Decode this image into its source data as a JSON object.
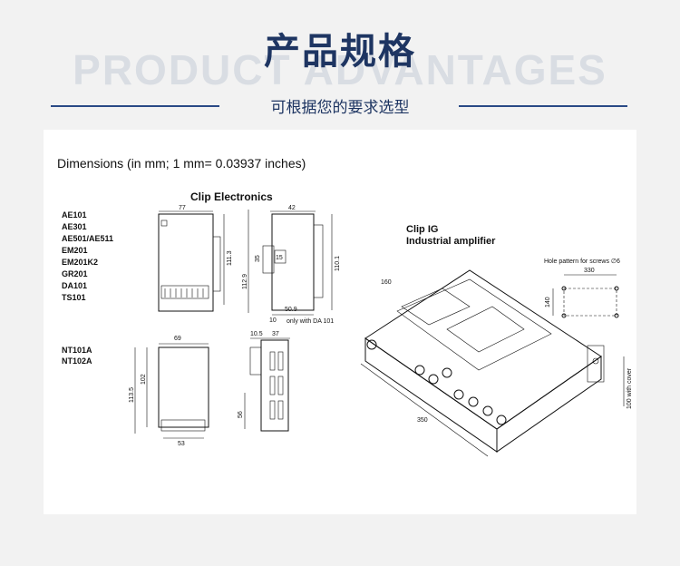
{
  "header": {
    "title": "产品规格",
    "watermark": "PRODUCT ADVANTAGES",
    "subtitle": "可根据您的要求选型"
  },
  "drawing": {
    "dimensions_heading": "Dimensions (in mm; 1 mm= 0.03937 inches)",
    "clip_electronics": {
      "title": "Clip Electronics",
      "models": [
        "AE101",
        "AE301",
        "AE501/AE511",
        "EM201",
        "EM201K2",
        "GR201",
        "DA101",
        "TS101"
      ],
      "dims": {
        "w77": "77",
        "h111_3": "111.3",
        "h112_9": "112.9",
        "w42": "42",
        "h35": "35",
        "d15": "15",
        "h110_1": "110.1",
        "w50_9": "50.9",
        "d10": "10",
        "note": "only with DA 101"
      }
    },
    "nt": {
      "models": [
        "NT101A",
        "NT102A"
      ],
      "dims": {
        "w69": "69",
        "h113_5": "113.5",
        "h102": "102",
        "w53": "53",
        "w10_5": "10.5",
        "w37": "37",
        "h56": "56"
      }
    },
    "clip_ig": {
      "title": "Clip IG",
      "subtitle": "Industrial amplifier",
      "hole_note": "Hole pattern for screws ∅6",
      "dims": {
        "w330": "330",
        "h140": "140",
        "d160": "160",
        "w350": "350",
        "h100": "100 with cover"
      }
    }
  }
}
